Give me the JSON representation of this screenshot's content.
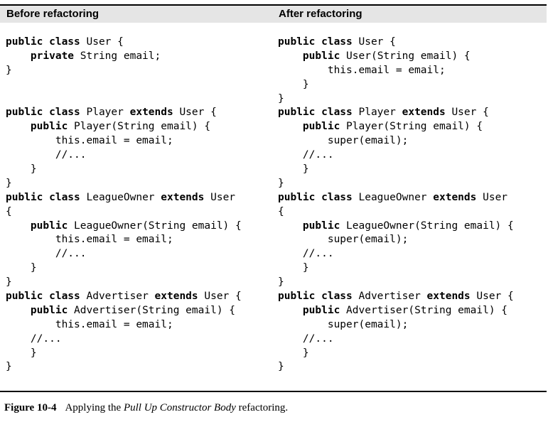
{
  "before": {
    "heading": "Before refactoring",
    "lines": [
      [
        {
          "t": "public class",
          "b": true
        },
        {
          "t": " User {"
        }
      ],
      [
        {
          "t": "    "
        },
        {
          "t": "private",
          "b": true
        },
        {
          "t": " String email;"
        }
      ],
      [
        {
          "t": "}"
        }
      ],
      [
        {
          "t": ""
        }
      ],
      [
        {
          "t": ""
        }
      ],
      [
        {
          "t": "public class",
          "b": true
        },
        {
          "t": " Player "
        },
        {
          "t": "extends",
          "b": true
        },
        {
          "t": " User {"
        }
      ],
      [
        {
          "t": "    "
        },
        {
          "t": "public",
          "b": true
        },
        {
          "t": " Player(String email) {"
        }
      ],
      [
        {
          "t": "        this.email = email;"
        }
      ],
      [
        {
          "t": "        //..."
        }
      ],
      [
        {
          "t": "    }"
        }
      ],
      [
        {
          "t": "}"
        }
      ],
      [
        {
          "t": "public class",
          "b": true
        },
        {
          "t": " LeagueOwner "
        },
        {
          "t": "extends",
          "b": true
        },
        {
          "t": " User"
        }
      ],
      [
        {
          "t": "{"
        }
      ],
      [
        {
          "t": "    "
        },
        {
          "t": "public",
          "b": true
        },
        {
          "t": " LeagueOwner(String email) {"
        }
      ],
      [
        {
          "t": "        this.email = email;"
        }
      ],
      [
        {
          "t": "        //..."
        }
      ],
      [
        {
          "t": "    }"
        }
      ],
      [
        {
          "t": "}"
        }
      ],
      [
        {
          "t": "public class",
          "b": true
        },
        {
          "t": " Advertiser "
        },
        {
          "t": "extends",
          "b": true
        },
        {
          "t": " User {"
        }
      ],
      [
        {
          "t": "    "
        },
        {
          "t": "public",
          "b": true
        },
        {
          "t": " Advertiser(String email) {"
        }
      ],
      [
        {
          "t": "        this.email = email;"
        }
      ],
      [
        {
          "t": "    //..."
        }
      ],
      [
        {
          "t": "    }"
        }
      ],
      [
        {
          "t": "}"
        }
      ]
    ]
  },
  "after": {
    "heading": "After refactoring",
    "lines": [
      [
        {
          "t": "public class",
          "b": true
        },
        {
          "t": " User {"
        }
      ],
      [
        {
          "t": "    "
        },
        {
          "t": "public",
          "b": true
        },
        {
          "t": " User(String email) {"
        }
      ],
      [
        {
          "t": "        this.email = email;"
        }
      ],
      [
        {
          "t": "    }"
        }
      ],
      [
        {
          "t": "}"
        }
      ],
      [
        {
          "t": "public class",
          "b": true
        },
        {
          "t": " Player "
        },
        {
          "t": "extends",
          "b": true
        },
        {
          "t": " User {"
        }
      ],
      [
        {
          "t": "    "
        },
        {
          "t": "public",
          "b": true
        },
        {
          "t": " Player(String email) {"
        }
      ],
      [
        {
          "t": "        super(email);"
        }
      ],
      [
        {
          "t": "    //..."
        }
      ],
      [
        {
          "t": "    }"
        }
      ],
      [
        {
          "t": "}"
        }
      ],
      [
        {
          "t": "public class",
          "b": true
        },
        {
          "t": " LeagueOwner "
        },
        {
          "t": "extends",
          "b": true
        },
        {
          "t": " User"
        }
      ],
      [
        {
          "t": "{"
        }
      ],
      [
        {
          "t": "    "
        },
        {
          "t": "public",
          "b": true
        },
        {
          "t": " LeagueOwner(String email) {"
        }
      ],
      [
        {
          "t": "        super(email);"
        }
      ],
      [
        {
          "t": "    //..."
        }
      ],
      [
        {
          "t": "    }"
        }
      ],
      [
        {
          "t": "}"
        }
      ],
      [
        {
          "t": "public class",
          "b": true
        },
        {
          "t": " Advertiser "
        },
        {
          "t": "extends",
          "b": true
        },
        {
          "t": " User {"
        }
      ],
      [
        {
          "t": "    "
        },
        {
          "t": "public",
          "b": true
        },
        {
          "t": " Advertiser(String email) {"
        }
      ],
      [
        {
          "t": "        super(email);"
        }
      ],
      [
        {
          "t": "    //..."
        }
      ],
      [
        {
          "t": "    }"
        }
      ],
      [
        {
          "t": "}"
        }
      ]
    ]
  },
  "caption": {
    "label": "Figure 10-4",
    "text_before": "Applying the ",
    "title": "Pull Up Constructor Body",
    "text_after": " refactoring."
  }
}
